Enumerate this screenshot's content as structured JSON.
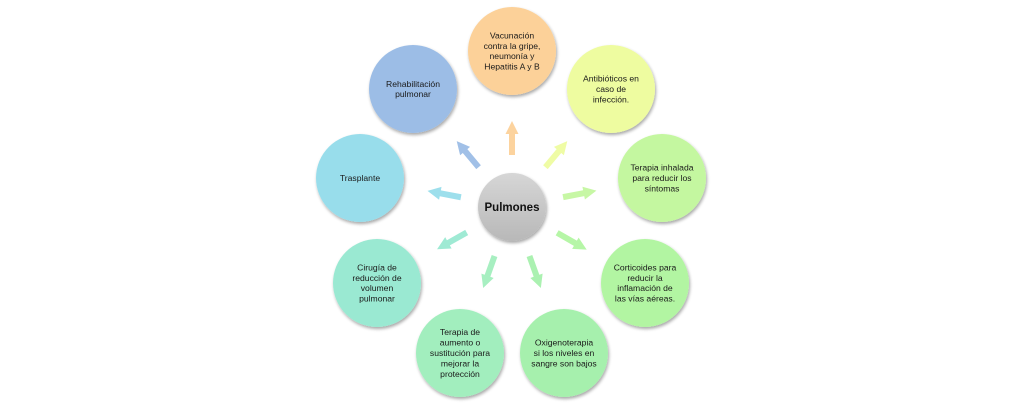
{
  "center": {
    "label": "Pulmones",
    "color": "#c8c8c8"
  },
  "nodes": [
    {
      "id": "vacunacion",
      "lines": [
        "Vacunación",
        "contra la gripe,",
        "neumonía y",
        "Hepatitis A y B"
      ],
      "color": "#fcd199"
    },
    {
      "id": "antibioticos",
      "lines": [
        "Antibióticos en",
        "caso de",
        "infección."
      ],
      "color": "#eefca0"
    },
    {
      "id": "terapia-inhalada",
      "lines": [
        "Terapia inhalada",
        "para reducir los",
        "síntomas"
      ],
      "color": "#c4f7a0"
    },
    {
      "id": "corticoides",
      "lines": [
        "Corticoides para",
        "reducir la",
        "inflamación de",
        "las vías aéreas."
      ],
      "color": "#b2f5a2"
    },
    {
      "id": "oxigenoterapia",
      "lines": [
        "Oxigenoterapia",
        "si los niveles en",
        "sangre son bajos"
      ],
      "color": "#a6f0ad"
    },
    {
      "id": "terapia-aumento",
      "lines": [
        "Terapia de",
        "aumento o",
        "sustitución para",
        "mejorar la",
        "protección"
      ],
      "color": "#a2eebe"
    },
    {
      "id": "cirugia",
      "lines": [
        "Cirugía de",
        "reducción de",
        "volumen",
        "pulmonar"
      ],
      "color": "#9ae9d2"
    },
    {
      "id": "trasplante",
      "lines": [
        "Trasplante"
      ],
      "color": "#98ddeb"
    },
    {
      "id": "rehabilitacion",
      "lines": [
        "Rehabilitación",
        "pulmonar"
      ],
      "color": "#9cbde6"
    }
  ]
}
